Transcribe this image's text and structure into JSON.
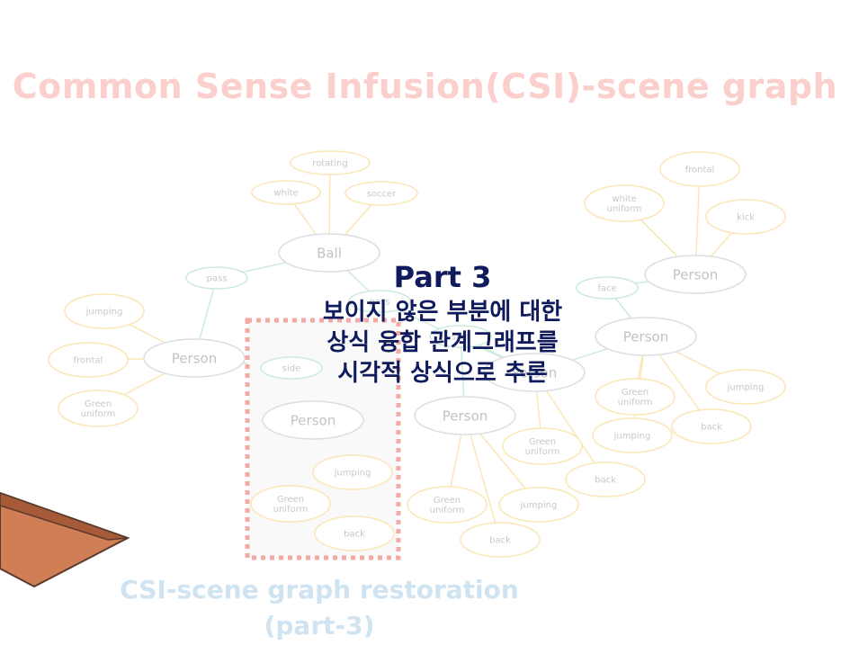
{
  "slide": {
    "bg_title": "Common Sense Infusion(CSI)-scene graph",
    "caption_line1": "CSI-scene graph restoration",
    "caption_line2": "(part-3)",
    "part_title": "Part 3",
    "part_lines": [
      "보이지 않은 부분에 대한",
      "상식 융합 관계그래프를",
      "시각적 상식으로 추론"
    ]
  },
  "colors": {
    "title": "#fbd0cc",
    "caption": "#cfe3f1",
    "overlay_text": "#0f1b5c",
    "dashed_box": "#f4a9a4",
    "attribute_edge": "#fbe6b5",
    "relation_edge": "#cdebdc",
    "object_node": "#dcdde4"
  },
  "graph": {
    "objects": [
      {
        "id": "ball",
        "label": "Ball"
      },
      {
        "id": "person_left",
        "label": "Person"
      },
      {
        "id": "person_box",
        "label": "Person"
      },
      {
        "id": "person_mid",
        "label": "Person"
      },
      {
        "id": "person_center",
        "label": "Person"
      },
      {
        "id": "person_top_right",
        "label": "Person"
      },
      {
        "id": "person_right",
        "label": "Person"
      }
    ],
    "relations": [
      {
        "id": "pass_left",
        "label": "pass"
      },
      {
        "id": "pass_center",
        "label": "pass"
      },
      {
        "id": "side_box",
        "label": "side"
      },
      {
        "id": "side_center",
        "label": "side"
      },
      {
        "id": "face_right",
        "label": "face"
      }
    ],
    "attributes": [
      {
        "id": "rotating",
        "label": "rotating"
      },
      {
        "id": "white_ball",
        "label": "white"
      },
      {
        "id": "soccer",
        "label": "soccer"
      },
      {
        "id": "jumping_left",
        "label": "jumping"
      },
      {
        "id": "frontal_left",
        "label": "frontal"
      },
      {
        "id": "green_left",
        "label": "Green\nuniform"
      },
      {
        "id": "jumping_box",
        "label": "jumping"
      },
      {
        "id": "green_box",
        "label": "Green\nuniform"
      },
      {
        "id": "back_box",
        "label": "back"
      },
      {
        "id": "green_mid",
        "label": "Green\nuniform"
      },
      {
        "id": "jumping_mid",
        "label": "jumping"
      },
      {
        "id": "back_mid",
        "label": "back"
      },
      {
        "id": "green_c",
        "label": "Green\nuniform"
      },
      {
        "id": "back_c",
        "label": "back"
      },
      {
        "id": "frontal_tr",
        "label": "frontal"
      },
      {
        "id": "white_tr",
        "label": "white\nuniform"
      },
      {
        "id": "kick",
        "label": "kick"
      },
      {
        "id": "green_r",
        "label": "Green\nuniform"
      },
      {
        "id": "jumping_r1",
        "label": "jumping"
      },
      {
        "id": "jumping_r2",
        "label": "jumping"
      },
      {
        "id": "back_r",
        "label": "back"
      }
    ]
  }
}
